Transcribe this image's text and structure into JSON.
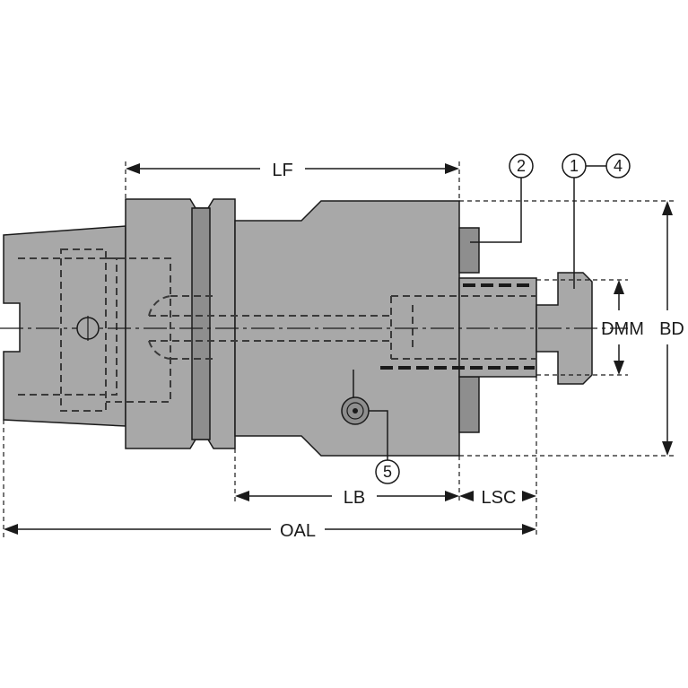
{
  "drawing": {
    "colors": {
      "body": "#a8a8a8",
      "body_dark": "#8e8e8e",
      "outline": "#1a1a1a",
      "hidden": "#3a3a3a",
      "background": "#ffffff"
    },
    "dimensions": {
      "lf": "LF",
      "lb": "LB",
      "lsc": "LSC",
      "oal": "OAL",
      "dmm": "DMM",
      "bd": "BD"
    },
    "callouts": {
      "c1": "1",
      "c2": "2",
      "c4": "4",
      "c5": "5"
    }
  }
}
